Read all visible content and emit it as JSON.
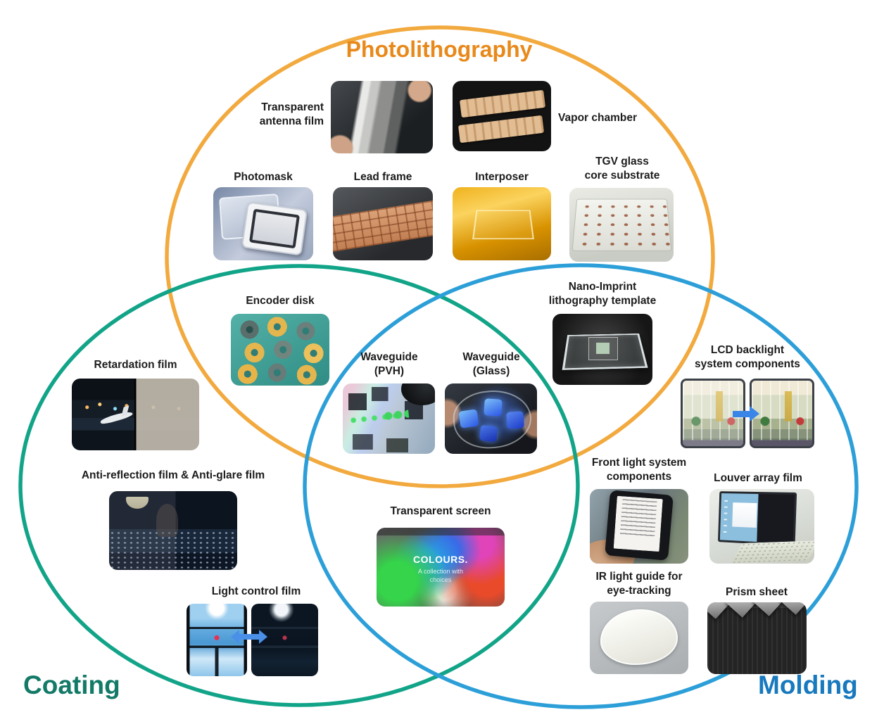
{
  "titles": {
    "photolithography": "Photolithography",
    "coating": "Coating",
    "molding": "Molding"
  },
  "colors": {
    "photolithography_title": "#E8891B",
    "photolithography_circle": "#F2A93E",
    "coating_title": "#137A67",
    "coating_circle": "#12A488",
    "molding_title": "#1779BE",
    "molding_circle": "#2D9FD8",
    "label_text": "#1C1C1C",
    "arrow_blue": "#3A86E8"
  },
  "items": {
    "transparent_antenna_film": {
      "label": "Transparent\nantenna film",
      "regions": [
        "photolithography"
      ]
    },
    "vapor_chamber": {
      "label": "Vapor chamber",
      "regions": [
        "photolithography"
      ]
    },
    "photomask": {
      "label": "Photomask",
      "regions": [
        "photolithography"
      ]
    },
    "lead_frame": {
      "label": "Lead frame",
      "regions": [
        "photolithography"
      ]
    },
    "interposer": {
      "label": "Interposer",
      "regions": [
        "photolithography"
      ]
    },
    "tgv_glass_core_substrate": {
      "label": "TGV glass\ncore substrate",
      "regions": [
        "photolithography"
      ]
    },
    "encoder_disk": {
      "label": "Encoder disk",
      "regions": [
        "photolithography",
        "coating"
      ]
    },
    "nano_imprint_lithography_template": {
      "label": "Nano-Imprint\nlithography template",
      "regions": [
        "photolithography",
        "molding"
      ]
    },
    "retardation_film": {
      "label": "Retardation film",
      "regions": [
        "coating"
      ]
    },
    "waveguide_pvh": {
      "label": "Waveguide\n(PVH)",
      "regions": [
        "photolithography",
        "coating",
        "molding"
      ]
    },
    "waveguide_glass": {
      "label": "Waveguide\n(Glass)",
      "regions": [
        "photolithography",
        "coating",
        "molding"
      ]
    },
    "lcd_backlight_system_components": {
      "label": "LCD backlight\nsystem components",
      "regions": [
        "molding"
      ]
    },
    "anti_reflection_anti_glare_film": {
      "label": "Anti-reflection film & Anti-glare film",
      "regions": [
        "coating"
      ]
    },
    "front_light_system_components": {
      "label": "Front light system\ncomponents",
      "regions": [
        "molding"
      ]
    },
    "louver_array_film": {
      "label": "Louver array film",
      "regions": [
        "molding"
      ]
    },
    "transparent_screen": {
      "label": "Transparent screen",
      "regions": [
        "coating",
        "molding"
      ],
      "screen_title": "COLOURS.",
      "screen_subtitle": "A collection with",
      "screen_subtitle2": "choices"
    },
    "light_control_film": {
      "label": "Light control film",
      "regions": [
        "coating"
      ]
    },
    "ir_light_guide_for_eye_tracking": {
      "label": "IR light guide for\neye-tracking",
      "regions": [
        "molding"
      ]
    },
    "prism_sheet": {
      "label": "Prism sheet",
      "regions": [
        "molding"
      ]
    }
  }
}
